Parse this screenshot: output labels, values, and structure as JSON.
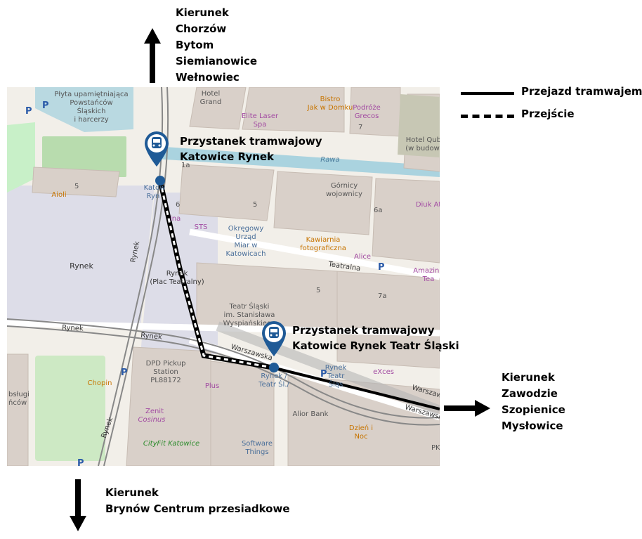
{
  "directions": {
    "north": "Kierunek\nChorzów\nBytom\nSiemianowice\nWełnowiec",
    "east": "Kierunek\nZawodzie\nSzopienice\nMysłowice",
    "south": "Kierunek\nBrynów Centrum przesiadkowe"
  },
  "legend": {
    "tram": "Przejazd tramwajem",
    "walk": "Przejście"
  },
  "stops": {
    "rynek": "Przystanek tramwajowy\nKatowice Rynek",
    "teatr": "Przystanek tramwajowy\nKatowice Rynek Teatr Śląski"
  },
  "map_labels": {
    "plyta": "Płyta upamiętniająca",
    "plyta2": "Powstańców",
    "plyta3": "Śląskich",
    "plyta4": "i harcerzy",
    "hotel_grand": "Hotel",
    "hotel_grand2": "Grand",
    "elite": "Elite Laser",
    "elite2": "Spa",
    "bistro": "Bistro",
    "bistro2": "Jak w Domku",
    "podroze": "Podróże",
    "podroze2": "Grecos",
    "hotel_qubus": "Hotel Qubu",
    "hotel_qubus2": "(w budowie",
    "rawa": "Rawa",
    "gornicy": "Górnicy",
    "gornicy2": "wojownicy",
    "diuk": "Diuk At",
    "aioli": "Aioli",
    "rynek": "Rynek",
    "rynek_plac": "Rynek",
    "rynek_plac2": "(Plac Teatralny)",
    "sts": "STS",
    "urzad": "Okręgowy",
    "urzad2": "Urząd",
    "urzad3": "Miar w",
    "urzad4": "Katowicach",
    "kawiarnia": "Kawiarnia",
    "kawiarnia2": "fotograficzna",
    "alice": "Alice",
    "teatralna": "Teatralna",
    "amazing": "Amazing",
    "amazing2": "Tea",
    "teatr": "Teatr Śląski",
    "teatr2": "im. Stanisława",
    "teatr3": "Wyspiańskiego",
    "rynek_road1": "Rynek",
    "rynek_road2": "Rynek",
    "rynek_road3": "Rynek",
    "warszawska1": "Warszawska",
    "warszawska2": "Warszaws",
    "warszawska3": "Warszawsk",
    "dpd": "DPD Pickup",
    "dpd2": "Station",
    "dpd3": "PL88172",
    "chopin": "Chopin",
    "plus": "Plus",
    "stop_teatr": "Rynek /",
    "stop_teatr2": "Teatr Śl./",
    "stop_teatr_b": "Rynek",
    "stop_teatr_b2": "Teatr",
    "stop_teatr_b3": "Śląs",
    "excess": "eXces",
    "alior": "Alior Bank",
    "dzien": "Dzień i",
    "dzien2": "Noc",
    "zenit": "Zenit",
    "zenit2": "Cosinus",
    "cityfit": "CityFit Katowice",
    "software": "Software",
    "software2": "Things",
    "obslugi": "bsługi",
    "obslugi2": "ńców",
    "stop_rynek": "Katow",
    "stop_rynek2": "Ryn",
    "lina": "ina",
    "pk": "PK",
    "n1a": "1a",
    "n5a": "5",
    "n6a": "6a",
    "n7": "7",
    "n7a": "7a",
    "n5b": "5",
    "n6": "6",
    "n5c": "5"
  },
  "colors": {
    "map_bg": "#f2efe9",
    "building": "#d9d0c9",
    "plaza": "#dddde8",
    "water": "#aad3df",
    "tram": "#000000",
    "pin": "#1f5a96"
  }
}
